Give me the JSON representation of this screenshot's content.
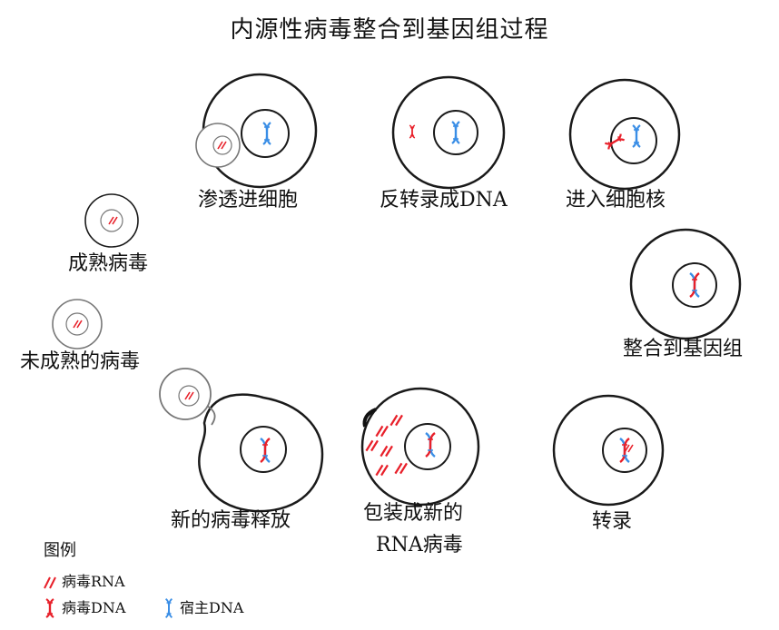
{
  "title": "内源性病毒整合到基因组过程",
  "stages": {
    "penetrate": "渗透进细胞",
    "reverse_transcribe": "反转录成DNA",
    "enter_nucleus": "进入细胞核",
    "integrate": "整合到基因组",
    "transcribe": "转录",
    "package_line1": "包装成新的",
    "package_line2": "RNA病毒",
    "release": "新的病毒释放",
    "immature": "未成熟的病毒",
    "mature": "成熟病毒"
  },
  "legend": {
    "title": "图例",
    "viral_rna": "病毒RNA",
    "viral_dna": "病毒DNA",
    "host_dna": "宿主DNA"
  },
  "colors": {
    "viral": "#e8202a",
    "host": "#3a8ee6",
    "outline": "#1a1a1a",
    "virus_outline": "#777777"
  }
}
